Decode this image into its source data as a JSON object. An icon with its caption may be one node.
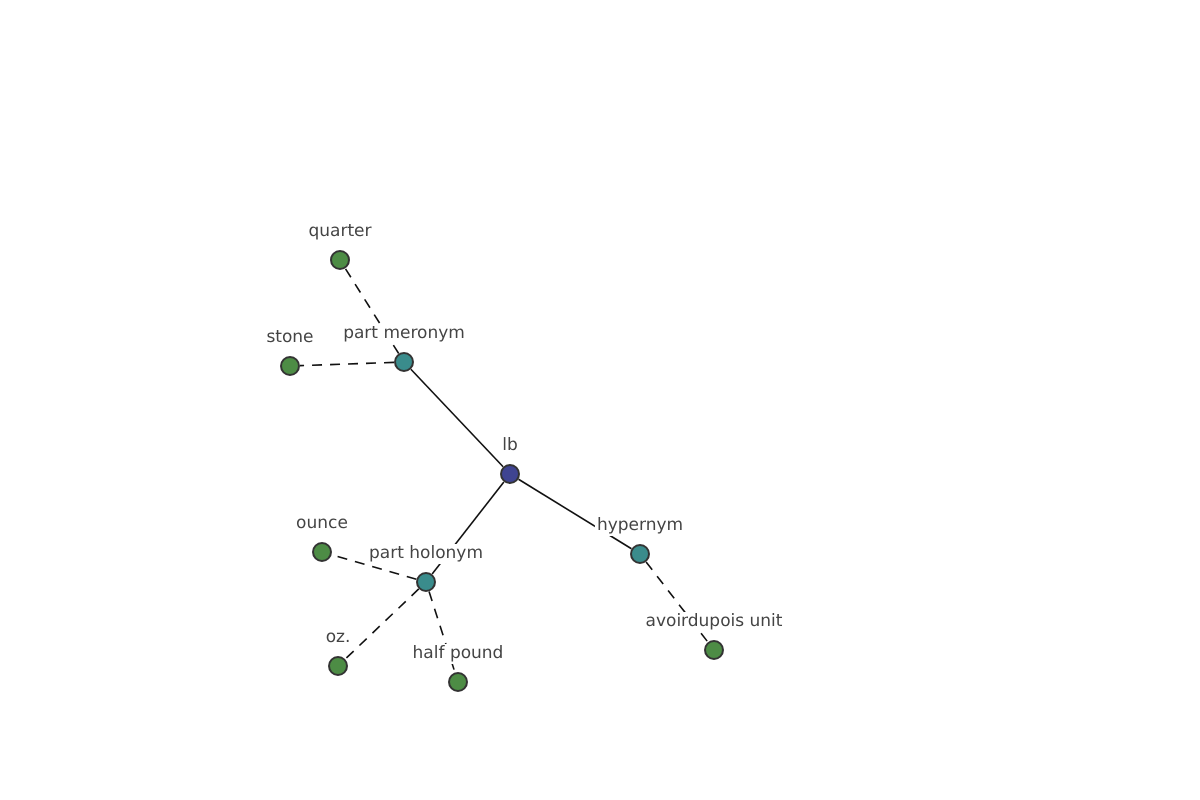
{
  "diagram": {
    "nodes": [
      {
        "text": [
          "quarter"
        ]
      },
      {
        "text": [
          "part meronym"
        ]
      },
      {
        "text": [
          "stone"
        ]
      },
      {
        "text": [
          "lb"
        ]
      },
      {
        "text": [
          "ounce"
        ]
      },
      {
        "text": [
          "hypernym"
        ]
      },
      {
        "text": [
          "part holonym"
        ]
      },
      {
        "text": [
          "avoirdupois unit"
        ]
      },
      {
        "text": [
          "oz."
        ]
      },
      {
        "text": [
          "half pound"
        ]
      }
    ],
    "edges": [
      {
        "from": 3,
        "to": 1,
        "arrow": "none"
      },
      {
        "from": 3,
        "to": 6,
        "arrow": "none"
      },
      {
        "from": 3,
        "to": 5,
        "arrow": "none"
      },
      {
        "from": 1,
        "to": 0,
        "arrow": "none",
        "style": "dashed"
      },
      {
        "from": 1,
        "to": 2,
        "arrow": "none",
        "style": "dashed"
      },
      {
        "from": 6,
        "to": 4,
        "arrow": "none",
        "style": "dashed"
      },
      {
        "from": 6,
        "to": 8,
        "arrow": "none",
        "style": "dashed"
      },
      {
        "from": 6,
        "to": 9,
        "arrow": "none",
        "style": "dashed"
      },
      {
        "from": 5,
        "to": 7,
        "arrow": "none",
        "style": "dashed"
      }
    ]
  }
}
